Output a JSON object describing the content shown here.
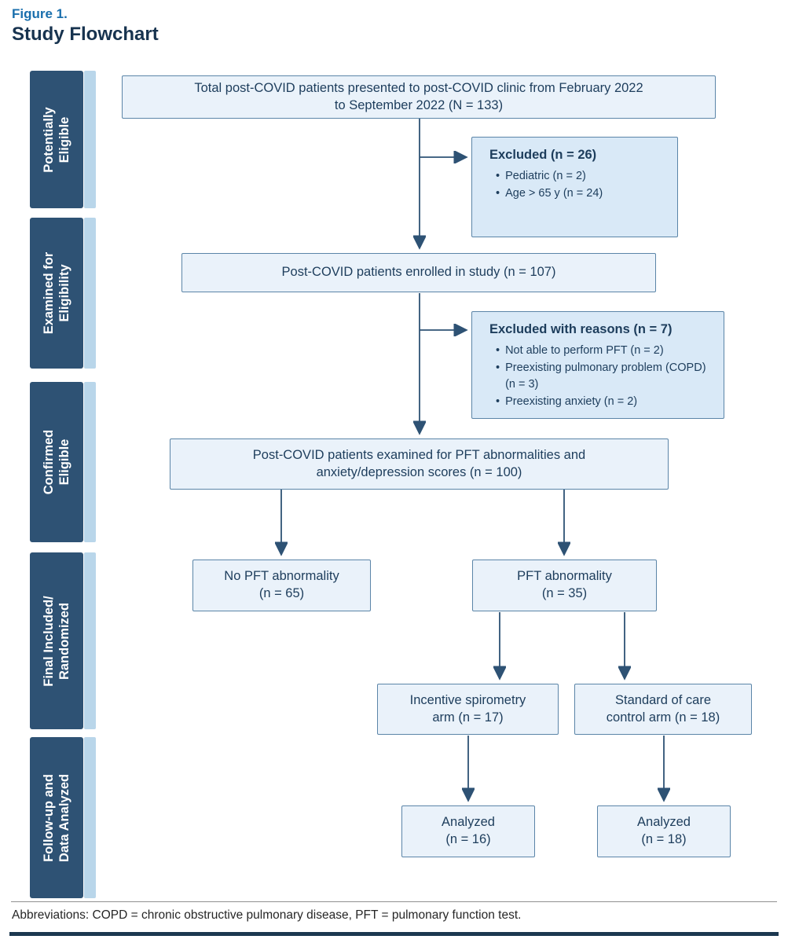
{
  "figure": {
    "label": "Figure 1.",
    "title": "Study Flowchart"
  },
  "stages": [
    {
      "lines": [
        "Potentially",
        "Eligible"
      ]
    },
    {
      "lines": [
        "Examined for",
        "Eligibility"
      ]
    },
    {
      "lines": [
        "Confirmed",
        "Eligible"
      ]
    },
    {
      "lines": [
        "Final Included/",
        "Randomized"
      ]
    },
    {
      "lines": [
        "Follow-up and",
        "Data Analyzed"
      ]
    }
  ],
  "boxes": {
    "total": {
      "lines": [
        "Total post-COVID patients presented to post-COVID clinic from February 2022",
        "to September 2022 (N = 133)"
      ]
    },
    "excluded_initial": {
      "title": "Excluded (n = 26)",
      "items": [
        "Pediatric (n = 2)",
        "Age > 65 y (n = 24)"
      ]
    },
    "enrolled": {
      "lines": [
        "Post-COVID patients enrolled in study (n = 107)"
      ]
    },
    "excluded_reasons": {
      "title": "Excluded with reasons (n = 7)",
      "items": [
        "Not able to perform PFT (n = 2)",
        "Preexisting pulmonary problem (COPD) (n = 3)",
        "Preexisting anxiety (n = 2)"
      ]
    },
    "examined": {
      "lines": [
        "Post-COVID patients examined for PFT abnormalities and",
        "anxiety/depression scores (n = 100)"
      ]
    },
    "no_pft_abnormality": {
      "lines": [
        "No PFT abnormality",
        "(n = 65)"
      ]
    },
    "pft_abnormality": {
      "lines": [
        "PFT abnormality",
        "(n = 35)"
      ]
    },
    "spirometry_arm": {
      "lines": [
        "Incentive spirometry",
        "arm (n = 17)"
      ]
    },
    "control_arm": {
      "lines": [
        "Standard of care",
        "control arm (n = 18)"
      ]
    },
    "analyzed_spirometry": {
      "lines": [
        "Analyzed",
        "(n = 16)"
      ]
    },
    "analyzed_control": {
      "lines": [
        "Analyzed",
        "(n = 18)"
      ]
    }
  },
  "footer": {
    "abbreviations": "Abbreviations: COPD = chronic obstructive pulmonary disease, PFT = pulmonary function test."
  },
  "colors": {
    "figure-label": "#1a6fad",
    "title-ink": "#17334f",
    "stage-bar": "#2e5274",
    "stage-stripe": "#b9d6ea",
    "box-fill": "#eaf2fa",
    "box-fill-accent": "#d9e9f7",
    "box-border": "#5b85a8",
    "ink": "#1d3d5c",
    "arrow": "#2e5274",
    "rule-thin": "#909090",
    "rule-thick": "#1c3850",
    "footer-ink": "#262626"
  }
}
